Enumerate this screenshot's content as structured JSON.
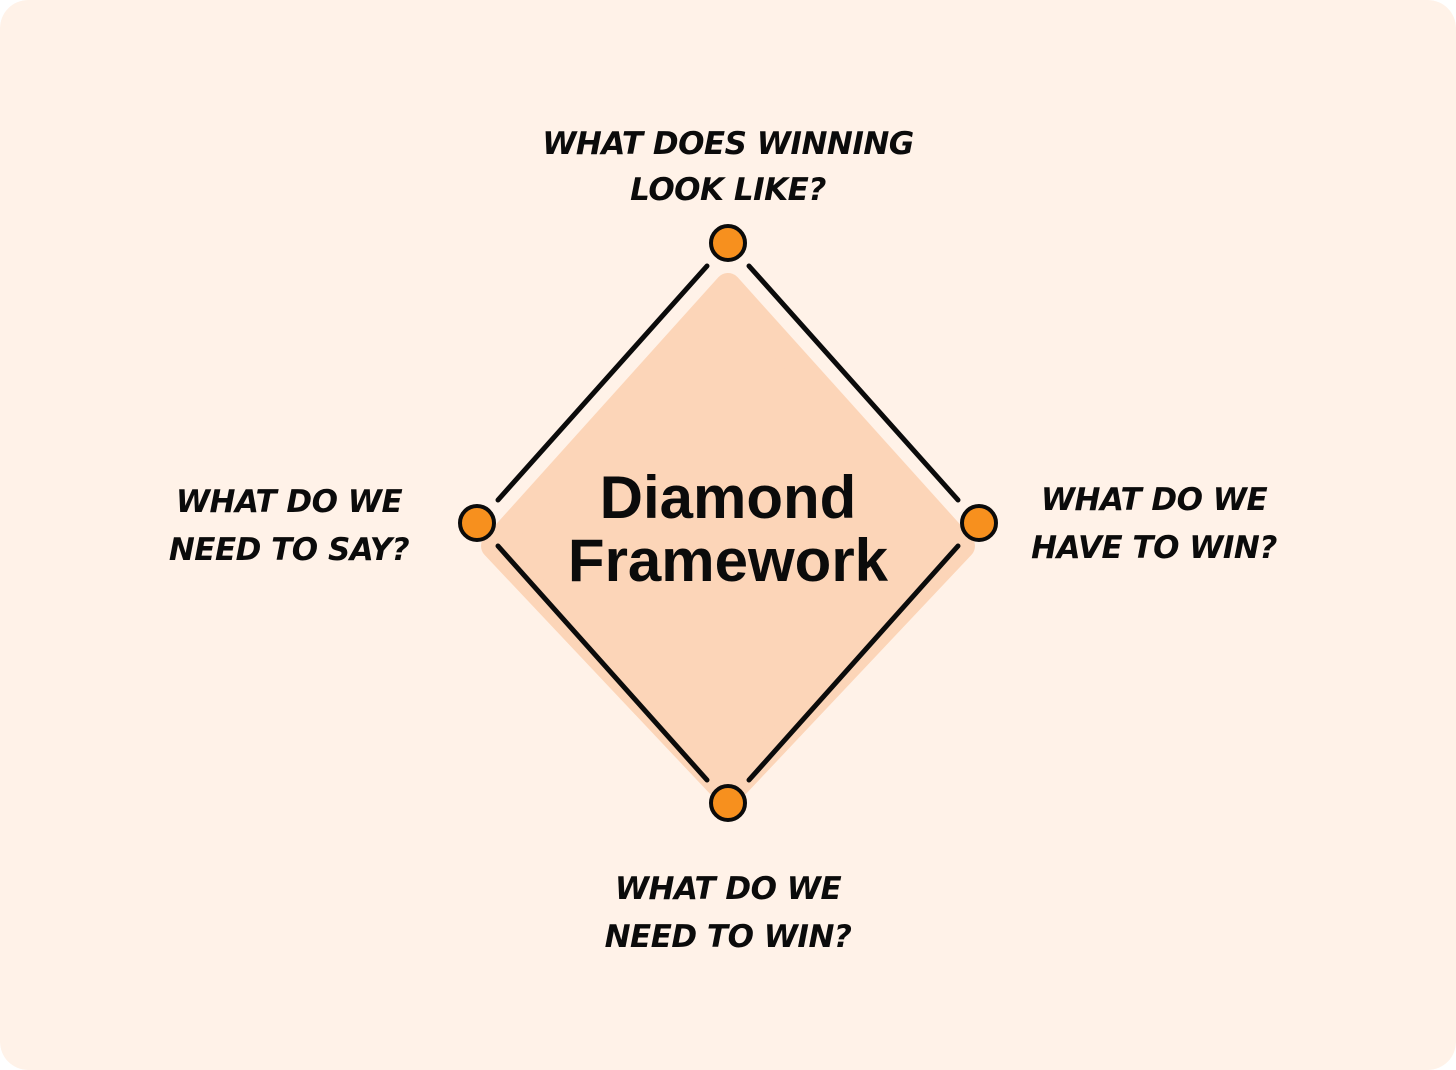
{
  "diagram": {
    "title_line1": "Diamond",
    "title_line2": "Framework",
    "questions": {
      "top": {
        "line1": "WHAT DOES WINNING",
        "line2": "LOOK LIKE?"
      },
      "left": {
        "line1": "WHAT DO WE",
        "line2": "NEED TO SAY?"
      },
      "right": {
        "line1": "WHAT DO WE",
        "line2": "HAVE TO WIN?"
      },
      "bottom": {
        "line1": "WHAT DO WE",
        "line2": "NEED TO WIN?"
      }
    }
  },
  "colors": {
    "background": "#fff2e8",
    "diamond_fill": "#fcd5b8",
    "node_fill": "#f7901e",
    "stroke": "#0b0b0b"
  }
}
